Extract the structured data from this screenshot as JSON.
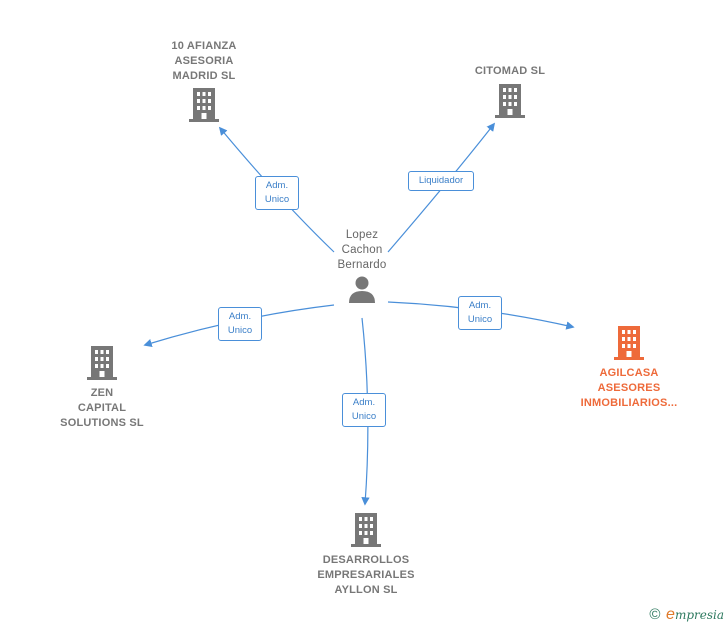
{
  "center": {
    "label": "Lopez\nCachon\nBernardo",
    "icon": "person-icon"
  },
  "companies": [
    {
      "id": "afianza",
      "label": "10 AFIANZA\nASESORIA\nMADRID SL",
      "icon": "building-icon",
      "color": "#777777"
    },
    {
      "id": "citomad",
      "label": "CITOMAD SL",
      "icon": "building-icon",
      "color": "#777777"
    },
    {
      "id": "zen",
      "label": "ZEN\nCAPITAL\nSOLUTIONS SL",
      "icon": "building-icon",
      "color": "#777777"
    },
    {
      "id": "agilcasa",
      "label": "AGILCASA\nASESORES\nINMOBILIARIOS...",
      "icon": "building-icon",
      "color": "#ee6a3a"
    },
    {
      "id": "desarrollos",
      "label": "DESARROLLOS\nEMPRESARIALES\nAYLLON SL",
      "icon": "building-icon",
      "color": "#777777"
    }
  ],
  "relations": [
    {
      "target": "afianza",
      "label": "Adm.\nUnico"
    },
    {
      "target": "citomad",
      "label": "Liquidador"
    },
    {
      "target": "zen",
      "label": "Adm.\nUnico"
    },
    {
      "target": "agilcasa",
      "label": "Adm.\nUnico"
    },
    {
      "target": "desarrollos",
      "label": "Adm.\nUnico"
    }
  ],
  "colors": {
    "edge": "#4a8fd9",
    "node": "#777777",
    "highlight": "#ee6a3a"
  },
  "footer": {
    "copyright": "©",
    "brand_initial": "e",
    "brand_rest": "mpresia"
  }
}
